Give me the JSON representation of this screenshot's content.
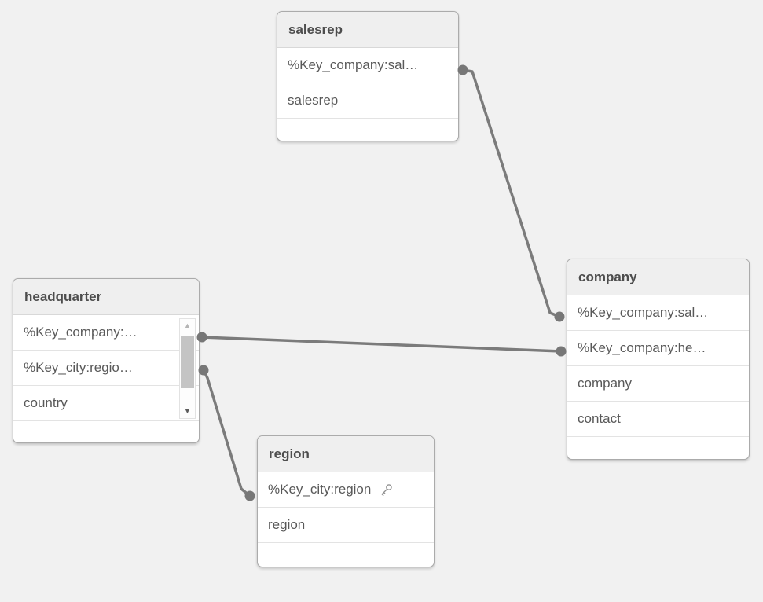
{
  "diagram": {
    "background_color": "#f1f1f1",
    "connector_color": "#7b7b7b",
    "tables": [
      {
        "title": "salesrep",
        "fields": [
          "%Key_company:sal…",
          "salesrep"
        ]
      },
      {
        "title": "company",
        "fields": [
          "%Key_company:sal…",
          "%Key_company:he…",
          "company",
          "contact"
        ]
      },
      {
        "title": "headquarter",
        "fields": [
          "%Key_company:…",
          "%Key_city:regio…",
          "country"
        ],
        "scrollbar": {
          "up_glyph": "▲",
          "down_glyph": "▼"
        }
      },
      {
        "title": "region",
        "fields": [
          "%Key_city:region",
          "region"
        ],
        "key_field": "%Key_city:region"
      }
    ],
    "connections": [
      {
        "from": "salesrep.%Key_company:sal…",
        "to": "company.%Key_company:sal…"
      },
      {
        "from": "headquarter.%Key_company:…",
        "to": "company.%Key_company:he…"
      },
      {
        "from": "headquarter.%Key_city:regio…",
        "to": "region.%Key_city:region"
      }
    ]
  }
}
